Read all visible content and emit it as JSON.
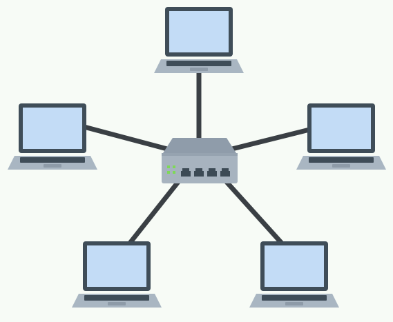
{
  "diagram": {
    "topology": "star",
    "hub": {
      "kind": "network-switch",
      "ports": 4,
      "status_leds": 4
    },
    "nodes": [
      {
        "id": "laptop-top",
        "kind": "laptop"
      },
      {
        "id": "laptop-left",
        "kind": "laptop"
      },
      {
        "id": "laptop-right",
        "kind": "laptop"
      },
      {
        "id": "laptop-bottom-left",
        "kind": "laptop"
      },
      {
        "id": "laptop-bottom-right",
        "kind": "laptop"
      }
    ],
    "links": [
      {
        "from": "switch",
        "to": "laptop-top"
      },
      {
        "from": "switch",
        "to": "laptop-left"
      },
      {
        "from": "switch",
        "to": "laptop-right"
      },
      {
        "from": "switch",
        "to": "laptop-bottom-left"
      },
      {
        "from": "switch",
        "to": "laptop-bottom-right"
      }
    ]
  },
  "colors": {
    "background": "#f7fbf6",
    "cable": "#3a3f44",
    "screen": "#c3dcf6",
    "bezel": "#3f4d58",
    "laptop_base": "#a9b6c2",
    "laptop_base_dark": "#8e9ba8",
    "switch_top": "#8f9caa",
    "switch_front": "#a7b3bf",
    "port": "#3c4a55",
    "led": "#7ed957"
  }
}
